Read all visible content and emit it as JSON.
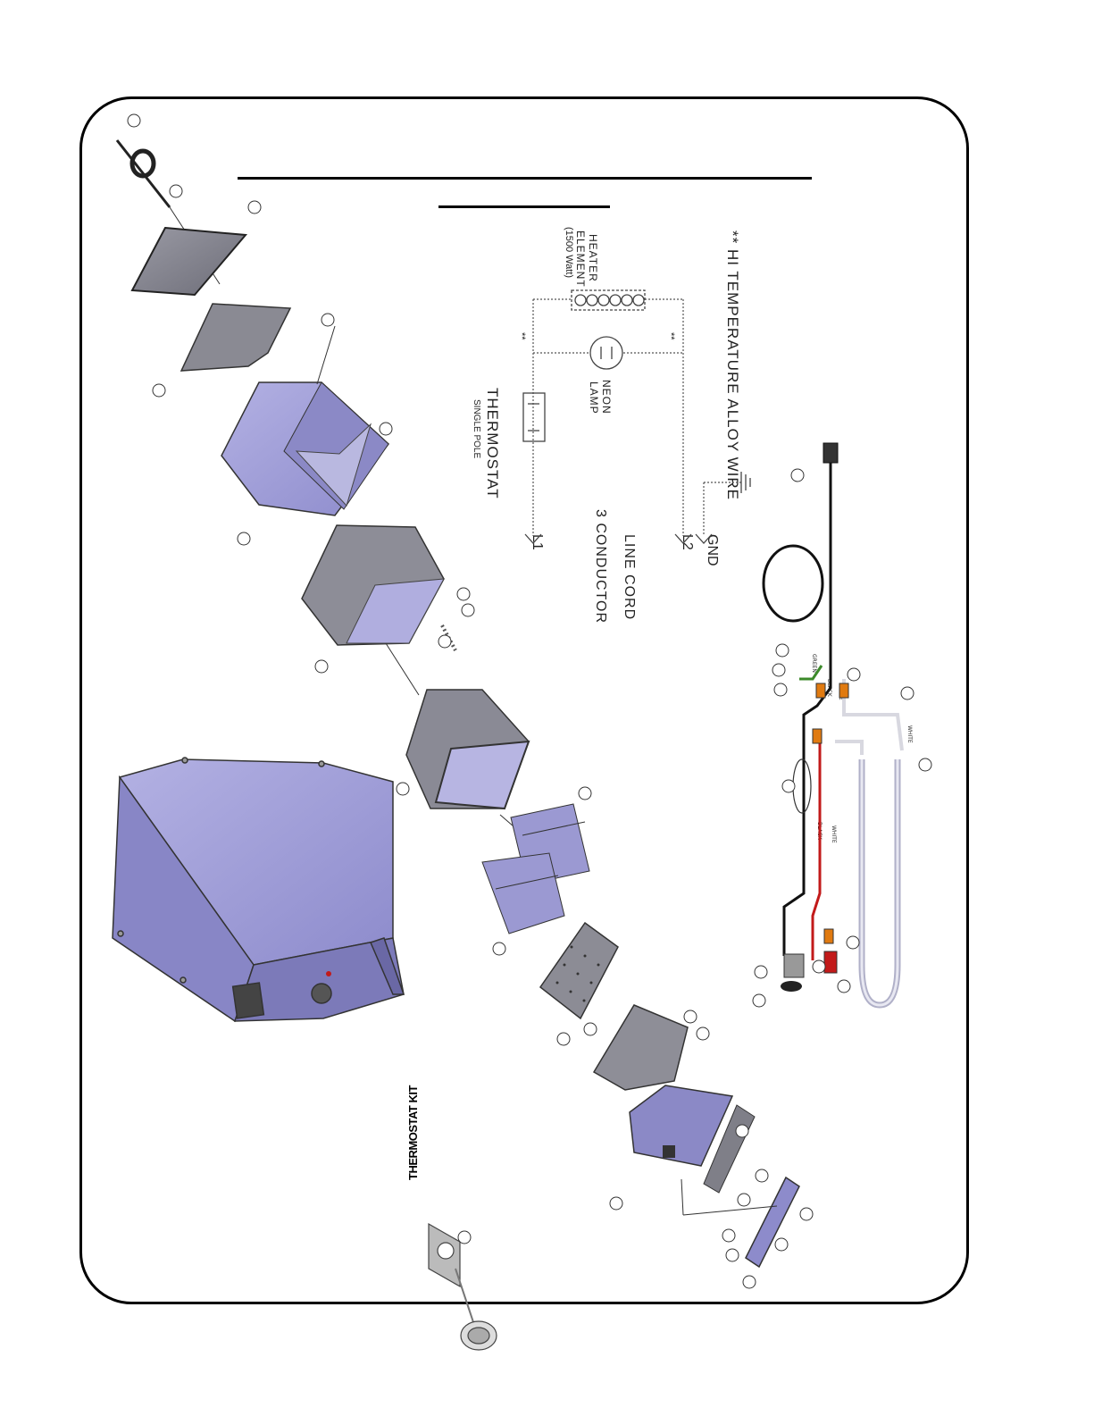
{
  "diagram": {
    "schematic": {
      "thermostat": "THERMOSTAT",
      "thermostat_sub": "SINGLE POLE",
      "heater": "HEATER",
      "heater_element": "ELEMENT",
      "heater_rating": "(1500 Watt)",
      "neon": "NEON",
      "lamp": "LAMP",
      "line_cord_1": "3 CONDUCTOR",
      "line_cord_2": "LINE CORD",
      "l1": "L1",
      "l2": "L2",
      "gnd": "GND",
      "mark_a": "**",
      "mark_b": "**",
      "footnote": "** HI TEMPERATURE ALLOY WIRE"
    },
    "thermostat_kit": "THERMOSTAT KIT",
    "wire_labels": {
      "green": "GREEN",
      "black": "BLACK",
      "white": "WHITE",
      "black2": "BLACK",
      "white2": "WHITE",
      "white3": "WHITE"
    }
  },
  "colors": {
    "frame": "#000000",
    "panel_blue": "#9c9ad4",
    "panel_gray": "#8a8a92",
    "wire_red": "#c21a1a",
    "wire_green": "#3c8a2a",
    "wire_black": "#111111",
    "connector_orange": "#e07a10"
  }
}
